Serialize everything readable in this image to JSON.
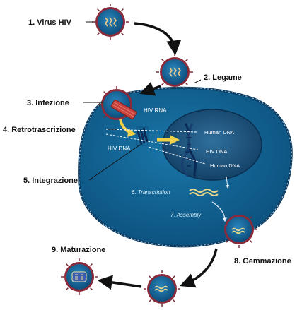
{
  "labels": {
    "virus": "1. Virus HIV",
    "legame": "2. Legame",
    "infezione": "3. Infezione",
    "retro": "4. Retrotrascrizione",
    "integrazione": "5. Integrazione",
    "gemmazione": "8. Gemmazione",
    "maturazione": "9. Maturazione"
  },
  "inner": {
    "hiv_rna": "HIV RNA",
    "hiv_dna_left": "HIV DNA",
    "hiv_dna_right": "HIV DNA",
    "human_dna_1": "Human DNA",
    "human_dna_2": "Human DNA",
    "transcription": "6. Transcription",
    "assembly": "7. Assembly"
  },
  "colors": {
    "cell": "#0d5d8c",
    "cell_edge": "#0a3f66",
    "nucleus": "#0a4a72",
    "virus_body": "#1a6ea0",
    "virus_spike": "#8a2a3a",
    "rna": "#c8423e",
    "dna": "#0a2a55",
    "arrow": "#1a1a1a",
    "strand": "#e8d78a"
  }
}
